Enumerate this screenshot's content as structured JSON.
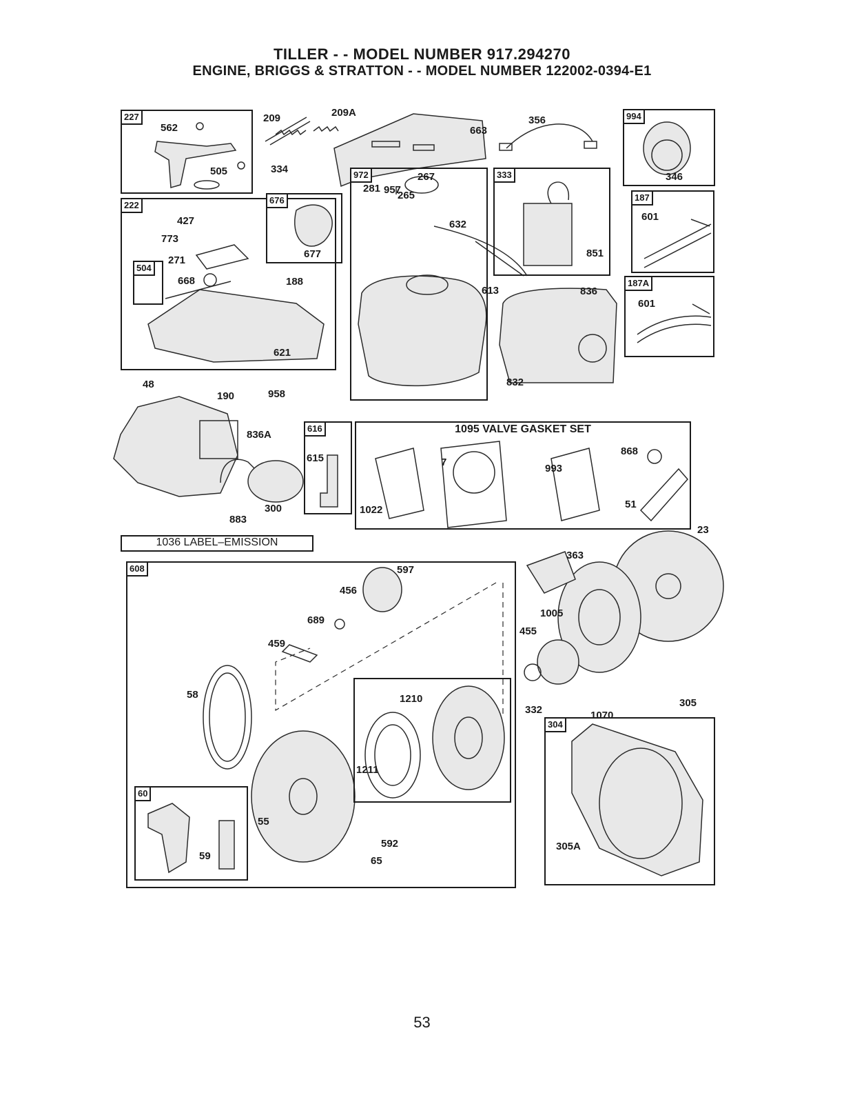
{
  "title_line1": "TILLER - - MODEL NUMBER 917.294270",
  "title_line2": "ENGINE, BRIGGS & STRATTON - - MODEL NUMBER 122002-0394-E1",
  "page_number": "53",
  "kits": {
    "k227": "227",
    "k222": "222",
    "k504": "504",
    "k676": "676",
    "k972": "972",
    "k333": "333",
    "k994": "994",
    "k187": "187",
    "k187a": "187A",
    "k616": "616",
    "k608": "608",
    "k60": "60",
    "k304": "304"
  },
  "strips": {
    "valve_gasket_set": "1095 VALVE GASKET SET",
    "label_emission": "1036 LABEL–EMISSION"
  },
  "parts": {
    "p562": "562",
    "p505": "505",
    "p209": "209",
    "p209a": "209A",
    "p334": "334",
    "p281": "281",
    "p663": "663",
    "p356": "356",
    "p267": "267",
    "p265": "265",
    "p346": "346",
    "p427": "427",
    "p773": "773",
    "p271": "271",
    "p668": "668",
    "p188": "188",
    "p621": "621",
    "p677": "677",
    "p957": "957",
    "p632": "632",
    "p851": "851",
    "p601a": "601",
    "p601b": "601",
    "p613": "613",
    "p836": "836",
    "p832": "832",
    "p48": "48",
    "p190": "190",
    "p958": "958",
    "p836a": "836A",
    "p615": "615",
    "p883": "883",
    "p300": "300",
    "p7": "7",
    "p993": "993",
    "p868": "868",
    "p1022": "1022",
    "p51": "51",
    "p23": "23",
    "p363": "363",
    "p597": "597",
    "p456": "456",
    "p689": "689",
    "p459": "459",
    "p1005": "1005",
    "p455": "455",
    "p58": "58",
    "p1210": "1210",
    "p332": "332",
    "p1070": "1070",
    "p305": "305",
    "p1211": "1211",
    "p55": "55",
    "p59": "59",
    "p592": "592",
    "p65": "65",
    "p305a": "305A"
  }
}
